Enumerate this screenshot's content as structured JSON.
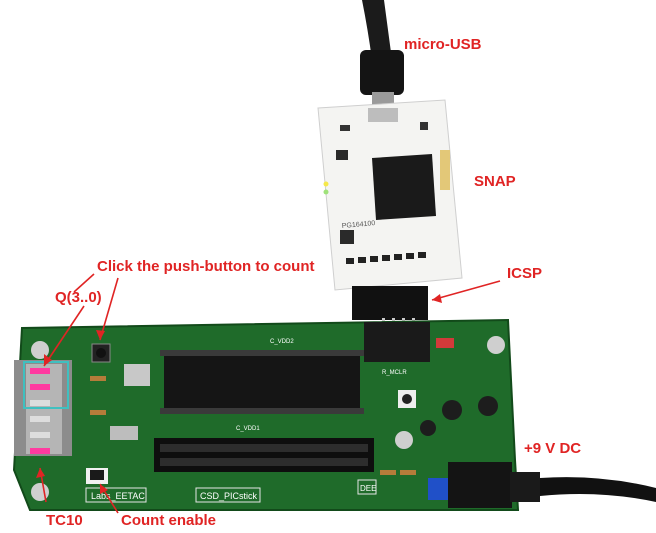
{
  "labels": {
    "micro_usb": "micro-USB",
    "snap": "SNAP",
    "icsp": "ICSP",
    "push_button": "Click the push-button to count",
    "q_outputs": "Q(3..0)",
    "tc10": "TC10",
    "count_enable": "Count enable",
    "power": "+9 V DC"
  },
  "board_text": {
    "labs": "Labs_EETAC",
    "board_name": "CSD_PICstick",
    "dee": "DEE",
    "snap_chip": "PG164100",
    "vdd1": "C_VDD1",
    "vdd2": "C_VDD2",
    "mclr": "R_MCLR"
  },
  "colors": {
    "annotation": "#e02424",
    "pcb": "#1f6b2a",
    "snap_board": "#f4f4f2"
  }
}
